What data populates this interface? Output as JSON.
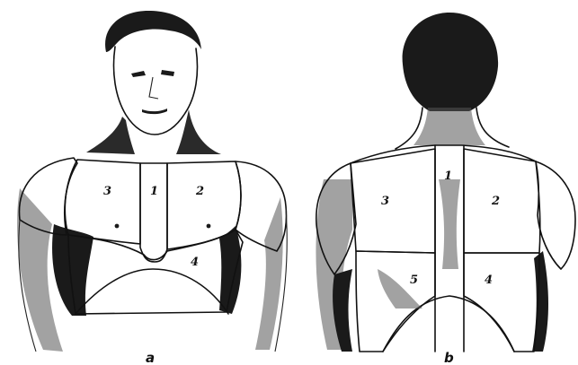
{
  "panels": [
    {
      "caption": "a",
      "regions": [
        "3",
        "1",
        "2",
        "4"
      ]
    },
    {
      "caption": "b",
      "regions": [
        "1",
        "2",
        "3",
        "5",
        "4"
      ]
    }
  ],
  "colors": {
    "ink": "#111111",
    "background": "#ffffff"
  }
}
